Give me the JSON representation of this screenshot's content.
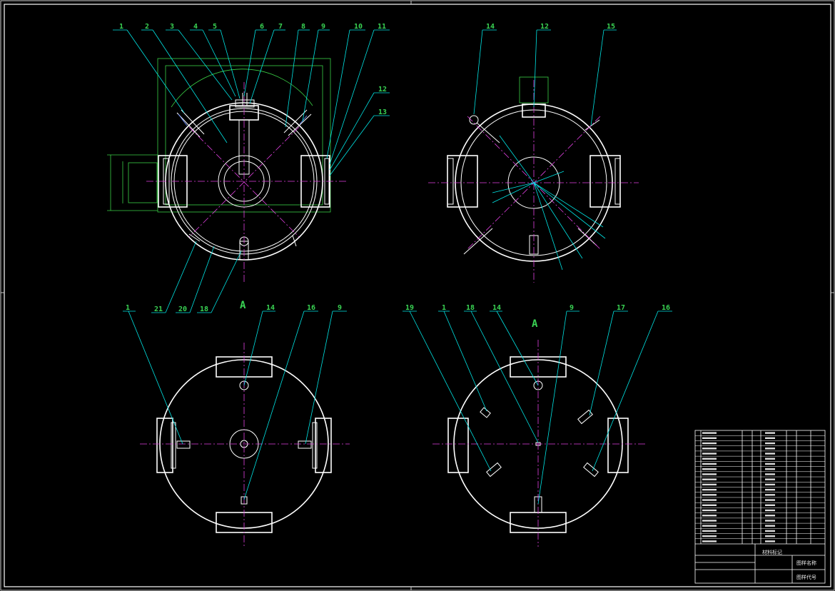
{
  "drawing": {
    "view_a_label_1": "A",
    "view_a_label_2": "A"
  },
  "callouts": {
    "top_left": [
      "1",
      "2",
      "3",
      "4",
      "5",
      "6",
      "7",
      "8",
      "9",
      "10",
      "11",
      "12",
      "13"
    ],
    "top_left_bottom": [
      "21",
      "20",
      "18"
    ],
    "top_right": [
      "14",
      "12",
      "15"
    ],
    "bottom_left": [
      "1",
      "14",
      "16",
      "9"
    ],
    "bottom_right": [
      "19",
      "1",
      "18",
      "14",
      "9",
      "17",
      "16"
    ]
  },
  "title_block": {
    "material_mark": "材料标记",
    "drawing_name": "图样名称",
    "drawing_code": "图样代号"
  },
  "colors": {
    "outline": "#ffffff",
    "leader": "#00e5e5",
    "centerline": "#e040e0",
    "dimension": "#3ad046",
    "callout_text": "#39d353"
  }
}
